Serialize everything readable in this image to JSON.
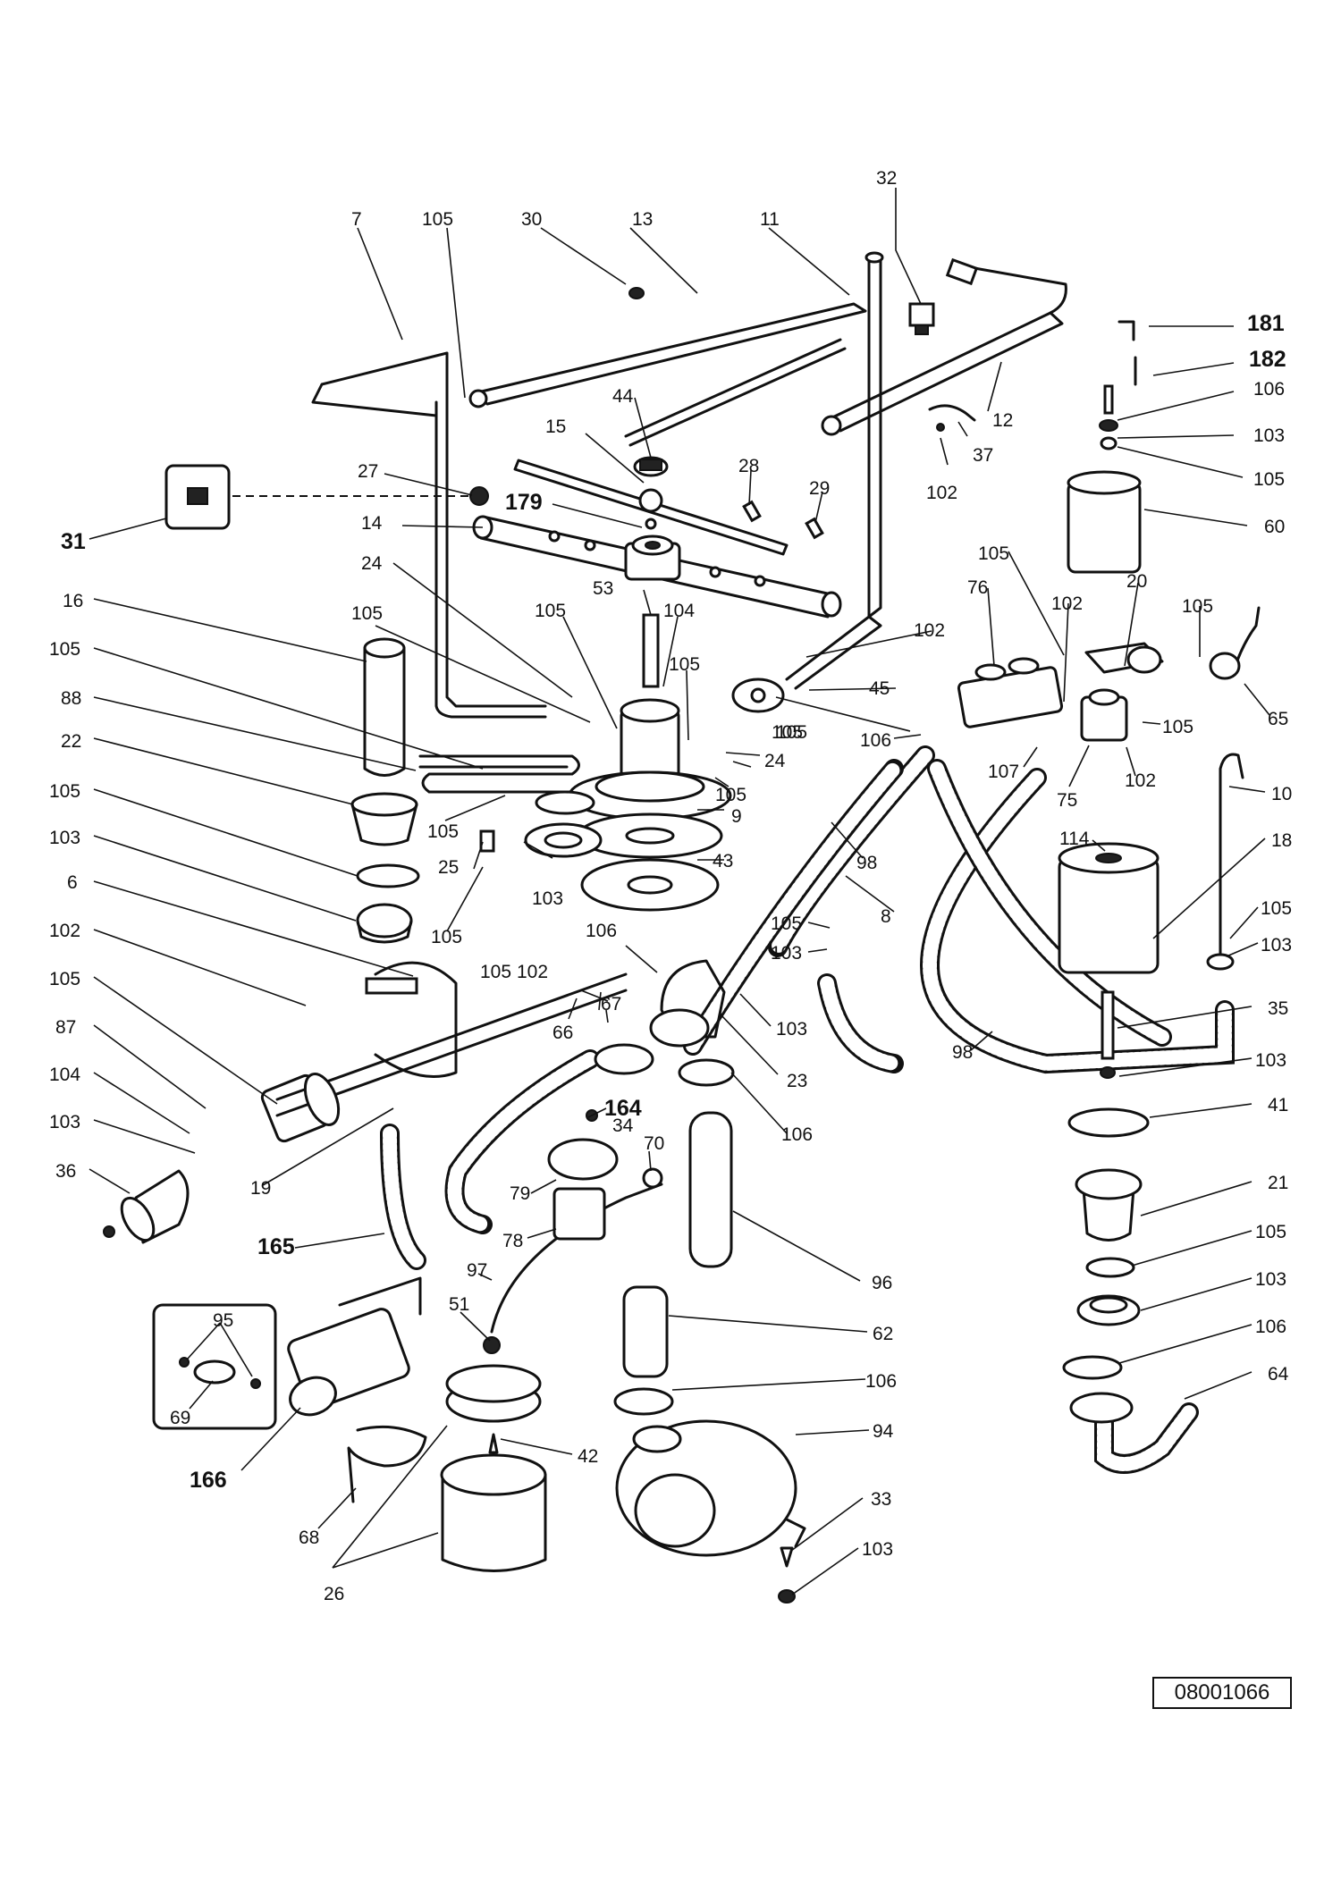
{
  "drawing_code": "08001066",
  "labels": {
    "l7": "7",
    "l105_a": "105",
    "l30": "30",
    "l13": "13",
    "l11": "11",
    "l32": "32",
    "l181": "181",
    "l182": "182",
    "l106_a": "106",
    "l103_a": "103",
    "l105_b": "105",
    "l60": "60",
    "l12": "12",
    "l37": "37",
    "l102_a": "102",
    "l44": "44",
    "l15": "15",
    "l28": "28",
    "l29": "29",
    "l27": "27",
    "l179": "179",
    "l14": "14",
    "l31": "31",
    "l24_a": "24",
    "l16": "16",
    "l105_c": "105",
    "l88": "88",
    "l22": "22",
    "l105_d": "105",
    "l103_b": "103",
    "l6": "6",
    "l102_b": "102",
    "l105_e": "105",
    "l87": "87",
    "l104_a": "104",
    "l103_c": "103",
    "l36": "36",
    "l105_f": "105",
    "l53": "53",
    "l104_b": "104",
    "l105_g": "105",
    "l105_h": "105",
    "l105_i": "105",
    "l24_b": "24",
    "l105_j": "105",
    "l9": "9",
    "l105_k": "105",
    "l25": "25",
    "l43": "43",
    "l103_d": "103",
    "l105_l": "105",
    "l106_b": "106",
    "l105_m": "105",
    "l102_c": "102",
    "l103_e": "103",
    "l67": "67",
    "l66": "66",
    "l23": "23",
    "l164": "164",
    "l106_c": "106",
    "l34": "34",
    "l70": "70",
    "l79": "79",
    "l78": "78",
    "l19": "19",
    "l165": "165",
    "l97": "97",
    "l51": "51",
    "l96": "96",
    "l95": "95",
    "l69": "69",
    "l166": "166",
    "l62": "62",
    "l106_d": "106",
    "l94": "94",
    "l42": "42",
    "l68": "68",
    "l26": "26",
    "l33": "33",
    "l103_f": "103",
    "l105_n": "105",
    "l76": "76",
    "l102_d": "102",
    "l20": "20",
    "l105_o": "105",
    "l102_e": "102",
    "l45": "45",
    "l105_p": "105",
    "l106_e": "106",
    "l107": "107",
    "l75": "75",
    "l105_q": "105",
    "l102_f": "102",
    "l65": "65",
    "l98_a": "98",
    "l8": "8",
    "l105_r": "105",
    "l103_g": "103",
    "l98_b": "98",
    "l10": "10",
    "l114": "114",
    "l18": "18",
    "l105_s": "105",
    "l103_h": "103",
    "l35": "35",
    "l103_i": "103",
    "l41": "41",
    "l21": "21",
    "l105_t": "105",
    "l103_j": "103",
    "l106_f": "106",
    "l64": "64"
  }
}
